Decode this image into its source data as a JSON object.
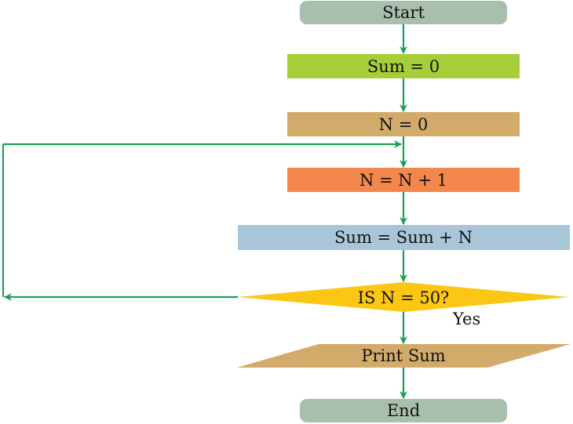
{
  "nodes": {
    "start": {
      "label": "Start",
      "color": "#a9bfae"
    },
    "sum_init": {
      "label": "Sum = 0",
      "color": "#a6ce39"
    },
    "n_init": {
      "label": "N = 0",
      "color": "#d2ab6a"
    },
    "n_inc": {
      "label": "N = N + 1",
      "color": "#f4874b"
    },
    "sum_add": {
      "label": "Sum = Sum + N",
      "color": "#a9c6d8"
    },
    "decision": {
      "label": "IS N = 50?",
      "color": "#fcc614"
    },
    "print": {
      "label": "Print Sum",
      "color": "#d2ab6a"
    },
    "end": {
      "label": "End",
      "color": "#a9bfae"
    }
  },
  "edge_labels": {
    "yes": "Yes"
  },
  "colors": {
    "edge": "#1a9e5a"
  }
}
